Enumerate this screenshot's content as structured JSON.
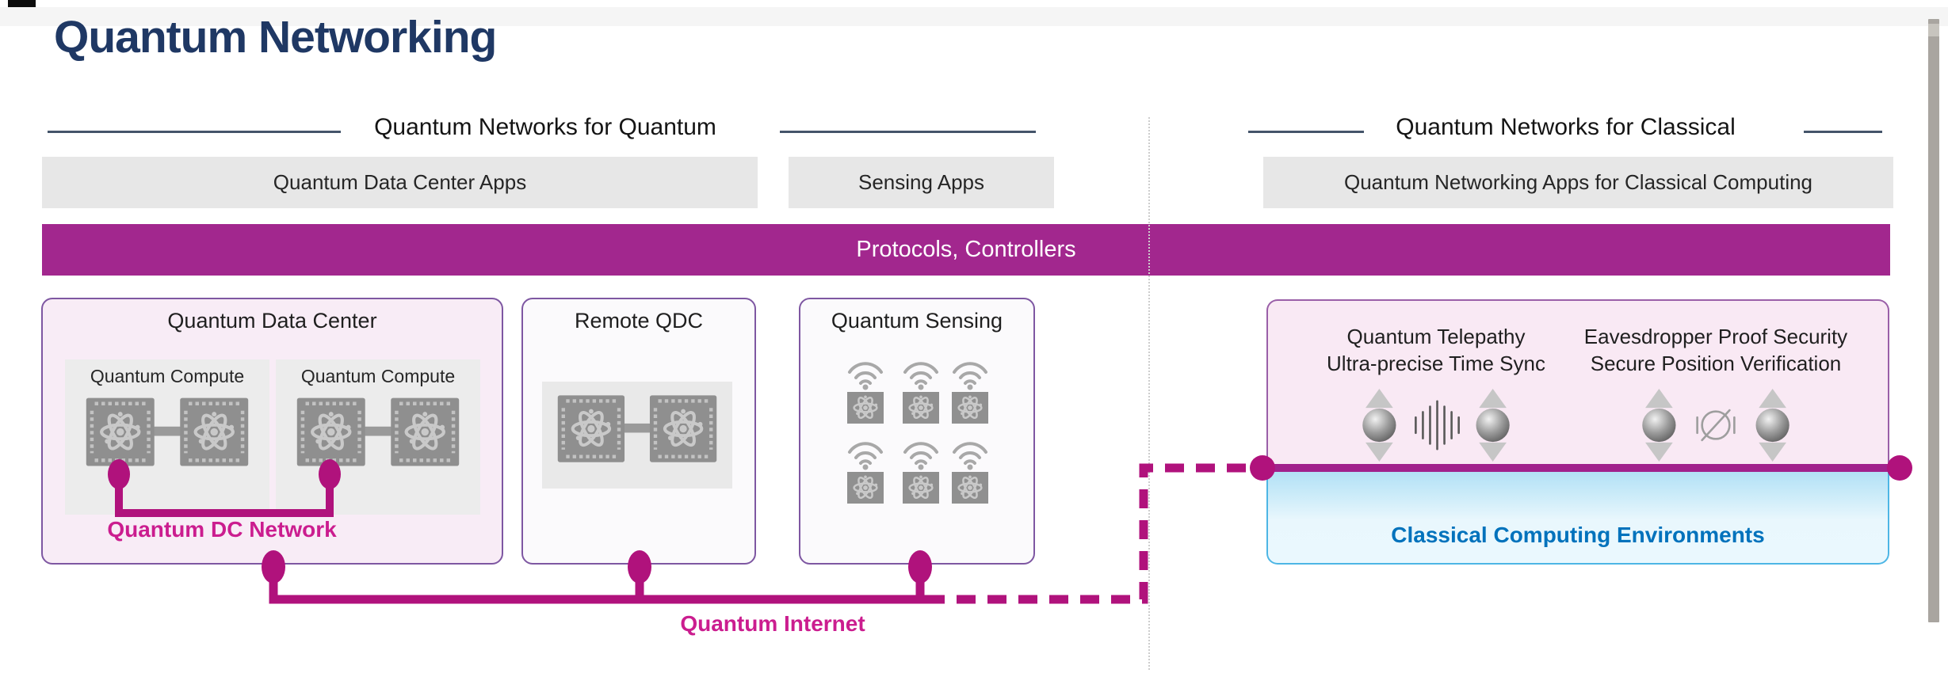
{
  "slide": {
    "title": "Quantum Networking"
  },
  "sections": {
    "left": {
      "label": "Quantum Networks for Quantum"
    },
    "right": {
      "label": "Quantum Networks for Classical"
    }
  },
  "app_bars": [
    {
      "label": "Quantum Data Center Apps"
    },
    {
      "label": "Sensing Apps"
    },
    {
      "label": "Quantum Networking Apps for Classical Computing"
    }
  ],
  "protocols_bar": {
    "label": "Protocols, Controllers"
  },
  "boxes": {
    "qdc": {
      "title": "Quantum Data Center",
      "compute_panels": [
        {
          "label": "Quantum Compute"
        },
        {
          "label": "Quantum Compute"
        }
      ],
      "network_label": "Quantum DC Network"
    },
    "remote_qdc": {
      "title": "Remote QDC"
    },
    "sensing": {
      "title": "Quantum Sensing"
    },
    "classical": {
      "telepathy": {
        "line1": "Quantum Telepathy",
        "line2": "Ultra-precise Time Sync"
      },
      "security": {
        "line1": "Eavesdropper Proof Security",
        "line2": "Secure Position Verification"
      },
      "environments_label": "Classical Computing Environments"
    }
  },
  "connectors": {
    "quantum_internet_label": "Quantum Internet"
  },
  "icons": {
    "chip": "quantum-chip-icon",
    "sensor": "wifi-sensor-icon",
    "telepathy": "entangled-qubits-sync-icon",
    "security": "eavesdropper-blocked-icon"
  },
  "colors": {
    "title_navy": "#1f3864",
    "header_line": "#44546a",
    "bar_gray": "#e7e7e7",
    "protocols_magenta": "#a2278e",
    "connector_magenta": "#b0127c",
    "label_magenta": "#cb1d8f",
    "box_border_purple": "#7e57a2",
    "blue_border": "#4db6e5",
    "blue_text": "#0072bc"
  }
}
